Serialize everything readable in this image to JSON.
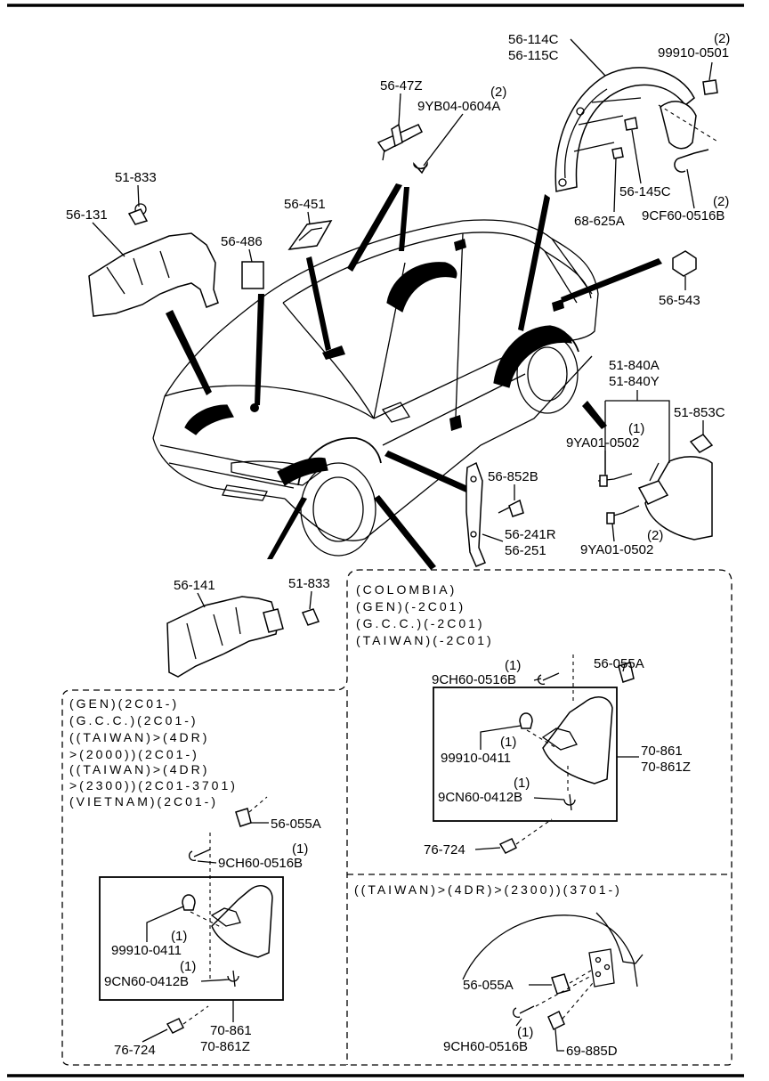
{
  "parts": {
    "p_56_114C": "56-114C",
    "p_56_115C": "56-115C",
    "p_99910_0501": "99910-0501",
    "p_99910_0501_qty": "(2)",
    "p_56_47Z": "56-47Z",
    "p_9YB04_qty": "(2)",
    "p_9YB04": "9YB04-0604A",
    "p_51_833_top": "51-833",
    "p_56_131": "56-131",
    "p_56_451": "56-451",
    "p_56_486": "56-486",
    "p_56_145C": "56-145C",
    "p_68_625A": "68-625A",
    "p_9CF60_qty": "(2)",
    "p_9CF60": "9CF60-0516B",
    "p_56_543": "56-543",
    "p_51_840A": "51-840A",
    "p_51_840Y": "51-840Y",
    "p_51_853C": "51-853C",
    "p_9YA01_a_qty": "(1)",
    "p_9YA01_a": "9YA01-0502",
    "p_9YA01_b_qty": "(2)",
    "p_9YA01_b": "9YA01-0502",
    "p_56_852B": "56-852B",
    "p_56_241R": "56-241R",
    "p_56_251": "56-251",
    "p_56_141": "56-141",
    "p_51_833_mid": "51-833"
  },
  "box_right_top": {
    "conditions": [
      "(COLOMBIA)",
      "(GEN)(-2C01)",
      "(G.C.C.)(-2C01)",
      "(TAIWAN)(-2C01)"
    ],
    "p_56_055A": "56-055A",
    "p_9CH60_qty": "(1)",
    "p_9CH60": "9CH60-0516B",
    "p_99910_0411_qty": "(1)",
    "p_99910_0411": "99910-0411",
    "p_70_861": "70-861",
    "p_70_861Z": "70-861Z",
    "p_9CN60_qty": "(1)",
    "p_9CN60": "9CN60-0412B",
    "p_76_724": "76-724"
  },
  "box_left": {
    "conditions": [
      "(GEN)(2C01-)",
      "(G.C.C.)(2C01-)",
      "((TAIWAN)>(4DR)",
      ">(2000))(2C01-)",
      "((TAIWAN)>(4DR)",
      ">(2300))(2C01-3701)",
      "(VIETNAM)(2C01-)"
    ],
    "p_56_055A": "56-055A",
    "p_9CH60_qty": "(1)",
    "p_9CH60": "9CH60-0516B",
    "p_99910_0411_qty": "(1)",
    "p_99910_0411": "99910-0411",
    "p_9CN60_qty": "(1)",
    "p_9CN60": "9CN60-0412B",
    "p_70_861": "70-861",
    "p_70_861Z": "70-861Z",
    "p_76_724": "76-724"
  },
  "box_right_bottom": {
    "conditions": [
      "((TAIWAN)>(4DR)>(2300))(3701-)"
    ],
    "p_56_055A": "56-055A",
    "p_9CH60_qty": "(1)",
    "p_9CH60": "9CH60-0516B",
    "p_69_885D": "69-885D"
  }
}
